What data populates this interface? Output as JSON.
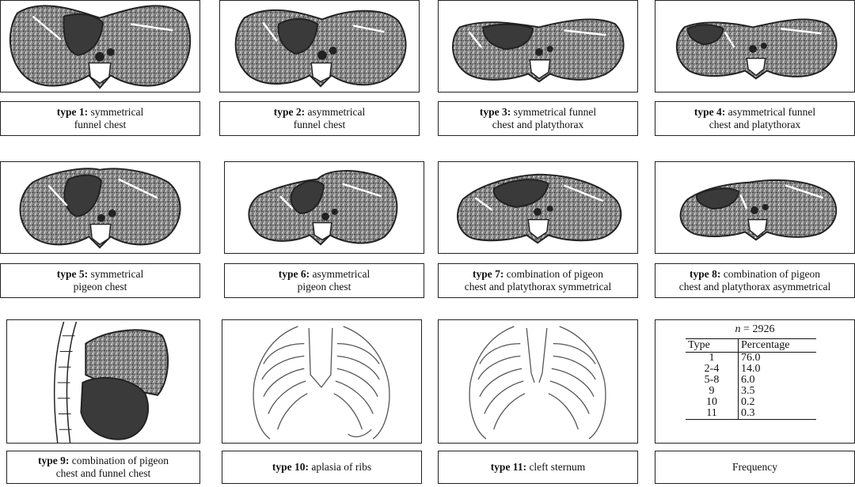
{
  "captions": [
    {
      "bold": "type 1:",
      "lines": [
        "symmetrical",
        "funnel chest"
      ]
    },
    {
      "bold": "type 2:",
      "lines": [
        "asymmetrical",
        "funnel chest"
      ]
    },
    {
      "bold": "type 3:",
      "lines": [
        "symmetrical funnel",
        "chest and platythorax"
      ]
    },
    {
      "bold": "type 4:",
      "lines": [
        "asymmetrical funnel",
        "chest and platythorax"
      ]
    },
    {
      "bold": "type 5:",
      "lines": [
        "symmetrical",
        "pigeon chest"
      ]
    },
    {
      "bold": "type 6:",
      "lines": [
        "asymmetrical",
        "pigeon chest"
      ]
    },
    {
      "bold": "type 7:",
      "lines": [
        "combination of pigeon",
        "chest and platythorax symmetrical"
      ]
    },
    {
      "bold": "type 8:",
      "lines": [
        "combination of pigeon",
        "chest and platythorax asymmetrical"
      ]
    },
    {
      "bold": "type 9:",
      "lines": [
        "combination of pigeon",
        "chest and funnel chest"
      ]
    },
    {
      "bold": "type 10:",
      "lines": [
        "aplasia of ribs",
        ""
      ]
    },
    {
      "bold": "type 11:",
      "lines": [
        "cleft sternum",
        ""
      ]
    },
    {
      "bold": "",
      "lines": [
        "Frequency",
        ""
      ]
    }
  ],
  "frequency": {
    "n_symbol": "n",
    "n_value": "= 2926",
    "headers": [
      "Type",
      "Percentage"
    ],
    "rows": [
      {
        "type": "1",
        "pct": "76.0"
      },
      {
        "type": "2-4",
        "pct": "14.0"
      },
      {
        "type": "5-8",
        "pct": "6.0"
      },
      {
        "type": "9",
        "pct": "3.5"
      },
      {
        "type": "10",
        "pct": "0.2"
      },
      {
        "type": "11",
        "pct": "0.3"
      }
    ]
  },
  "colors": {
    "lung_fill": "#6a6a6a",
    "heart_fill": "#3a3a3a",
    "outline": "#222222"
  }
}
